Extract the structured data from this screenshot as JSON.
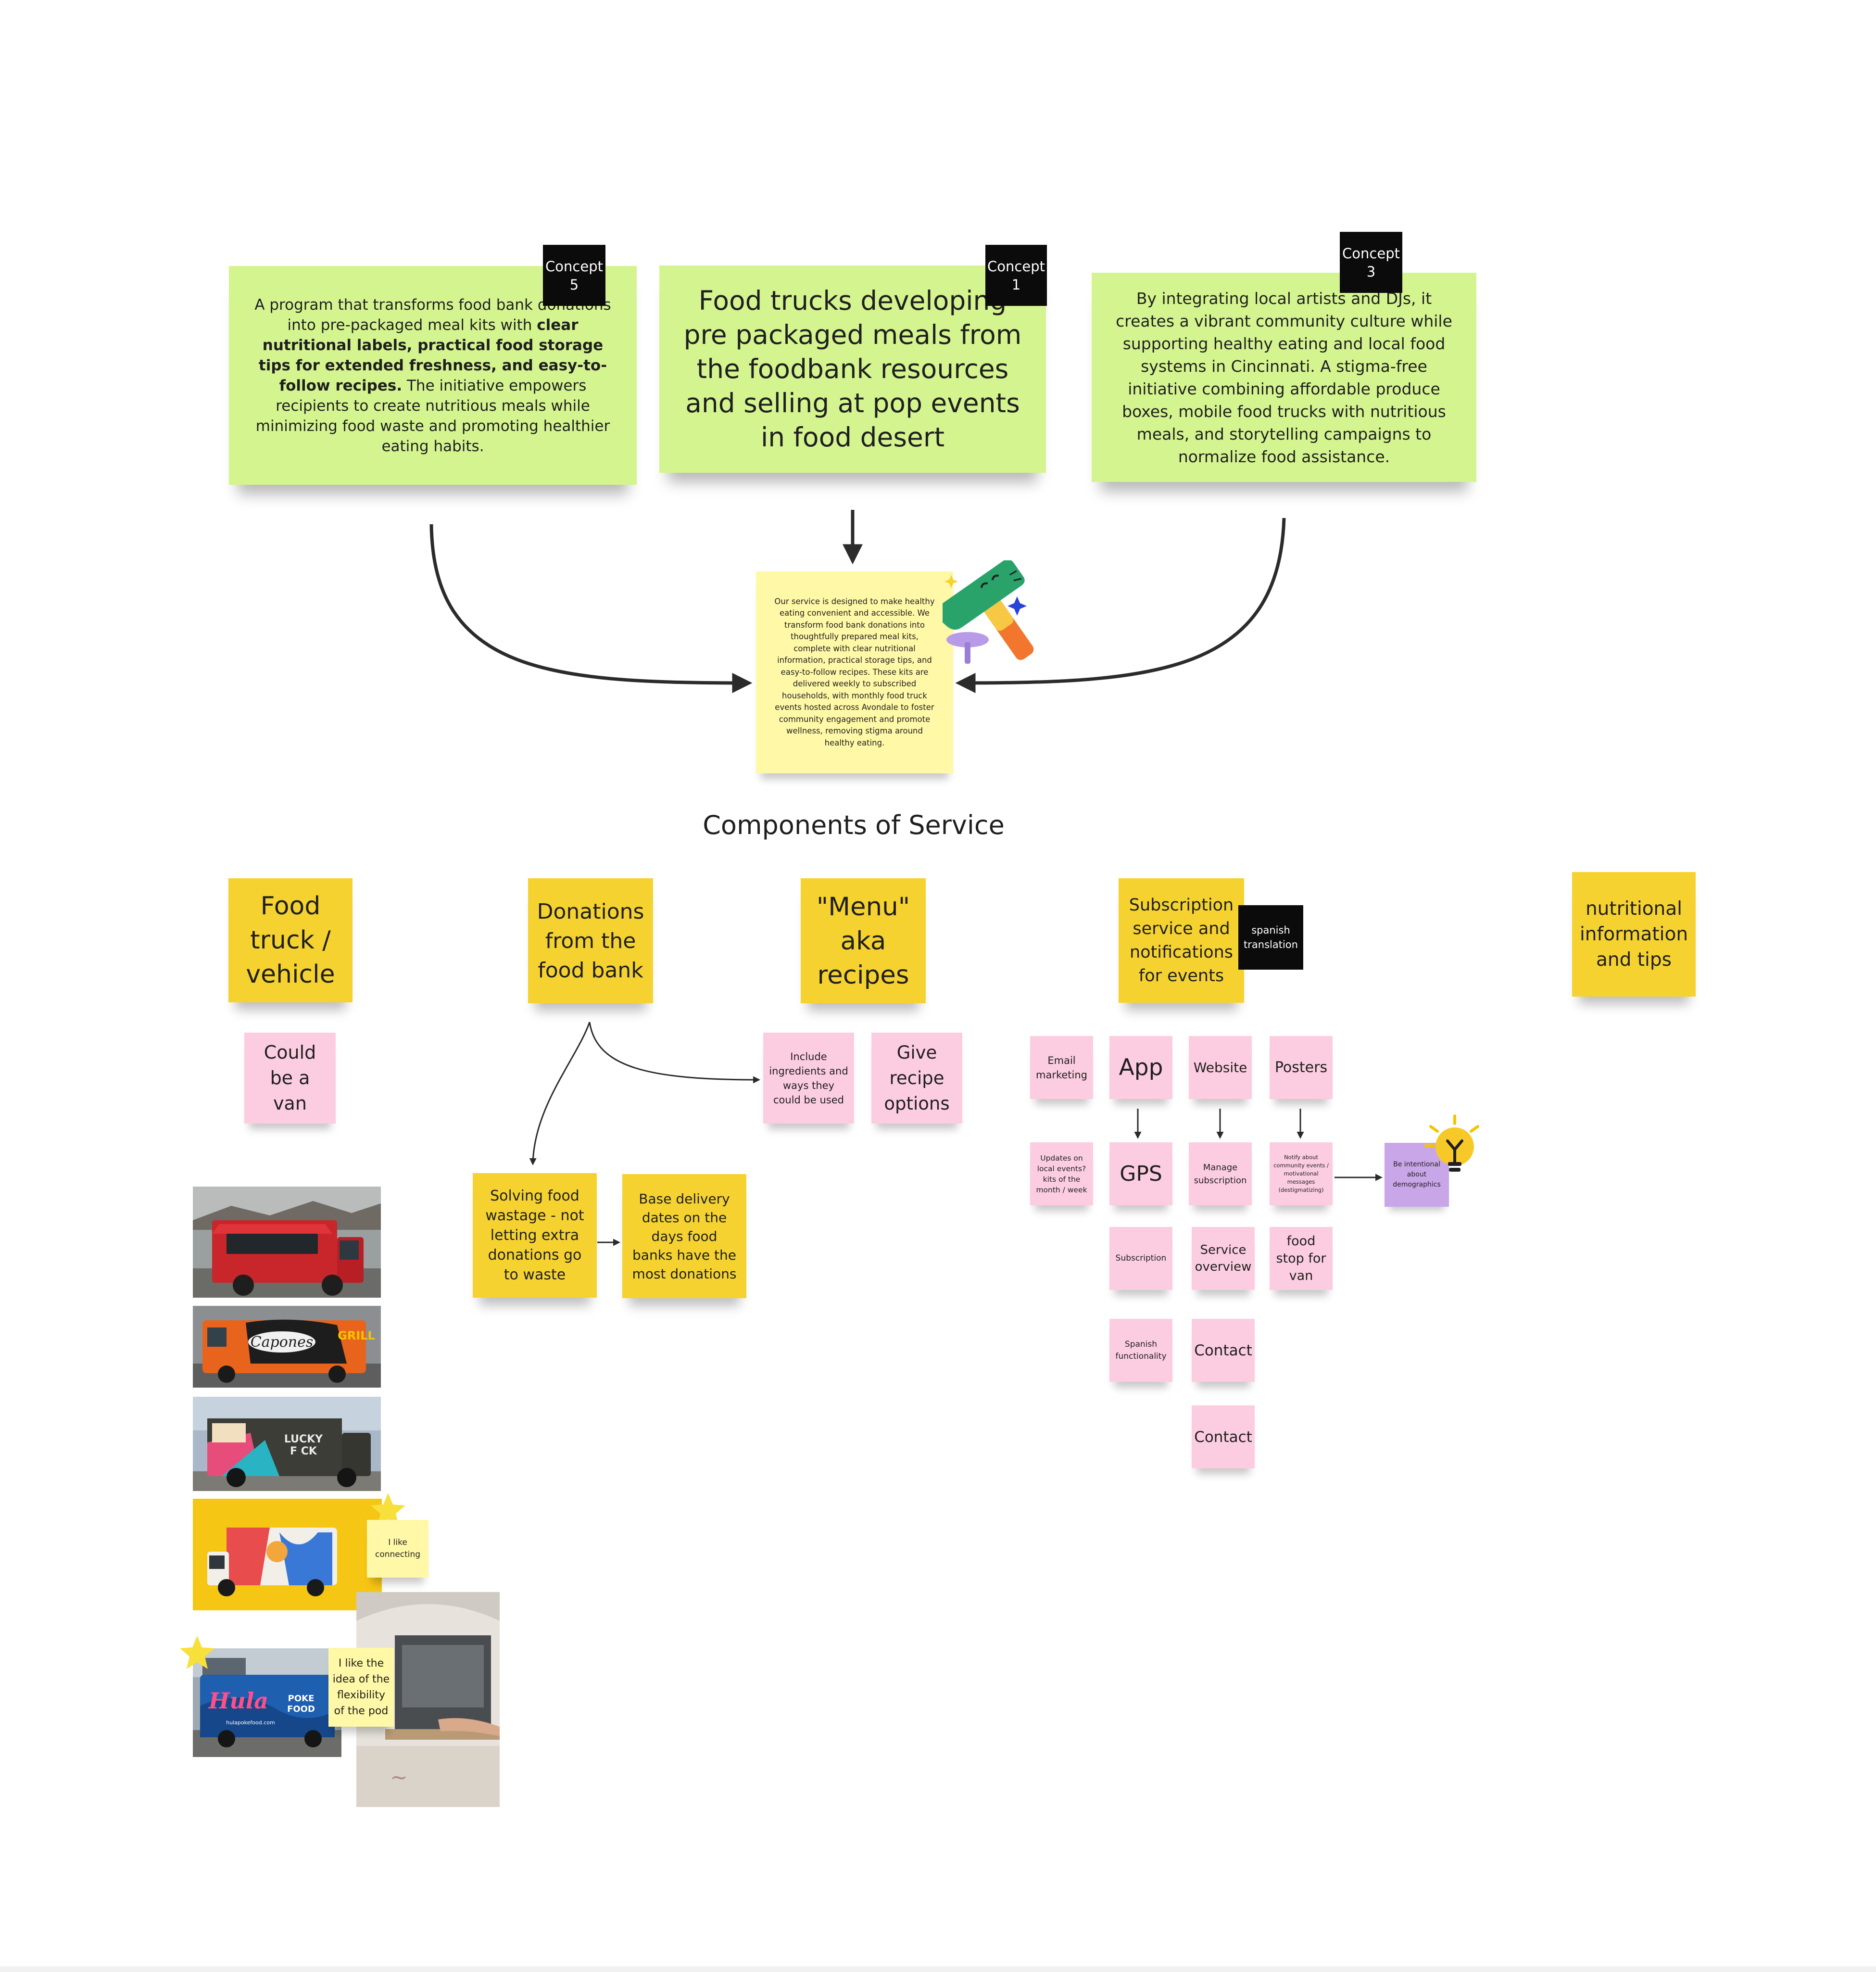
{
  "concepts": {
    "concept5": {
      "tag": "Concept\n5",
      "text_before": "A program that transforms food bank donations into pre-packaged meal kits with ",
      "text_bold": "clear nutritional labels, practical food storage tips for extended freshness, and easy-to-follow recipes.",
      "text_after": " The initiative empowers recipients to create nutritious meals while minimizing food waste and promoting healthier eating habits."
    },
    "concept1": {
      "tag": "Concept\n1",
      "text": "Food trucks developing pre packaged meals from the foodbank resources and selling at pop events in food desert"
    },
    "concept3": {
      "tag": "Concept\n3",
      "text": "By integrating local artists and DJs, it creates a vibrant community culture while supporting healthy eating and local food systems in Cincinnati. A stigma-free initiative combining affordable produce boxes, mobile food trucks with nutritious meals, and storytelling campaigns to normalize food assistance."
    }
  },
  "summary_note": "Our service is designed to make healthy eating convenient and accessible. We transform food bank donations into thoughtfully prepared meal kits, complete with clear nutritional information, practical storage tips, and easy-to-follow recipes. These kits are delivered weekly to subscribed households, with monthly food truck events hosted across Avondale to foster community engagement and promote wellness, removing stigma around healthy eating.",
  "section_title": "Components of Service",
  "components": {
    "food_truck": "Food truck / vehicle",
    "donations": "Donations from the food bank",
    "menu": "\"Menu\" aka recipes",
    "subscription": "Subscription service and notifications for events",
    "spanish_tag": "spanish translation",
    "nutritional": "nutritional information and tips"
  },
  "subnotes": {
    "could_be_van": "Could be a van",
    "include_ingredients": "Include ingredients and ways they could be used",
    "give_recipe": "Give recipe options",
    "solving_waste": "Solving food wastage - not letting extra donations go to waste",
    "base_delivery": "Base delivery dates on the days food banks have the most donations",
    "email_marketing": "Email marketing",
    "app": "App",
    "website": "Website",
    "posters": "Posters",
    "updates_events": "Updates on local events? kits of the month / week",
    "gps": "GPS",
    "manage_subscription": "Manage subscription",
    "notify_events": "Notify about community events / motivational messages (destigmatizing)",
    "be_intentional": "Be intentional about demographics",
    "subscription": "Subscription",
    "service_overview": "Service overview",
    "food_stop": "food stop for van",
    "spanish_functionality": "Spanish functionality",
    "contact_1": "Contact",
    "contact_2": "Contact"
  },
  "photo_comments": {
    "like_connecting": "I like connecting",
    "like_pod": "I like the idea of the flexibility of the pod"
  },
  "photo_text": {
    "capones": "Capones",
    "grill": "GRILL",
    "lucky": "LUCKY",
    "fck": "F CK",
    "hula": "Hula",
    "poke": "POKE",
    "food": "FOOD",
    "site": "hulapokefood.com"
  },
  "colors": {
    "green_note": "#d4f48f",
    "yellow_note": "#f5d230",
    "pink_note": "#fccde0",
    "light_yellow_note": "#fff8a6",
    "purple_note": "#c9a6e8",
    "tag_black": "#0b0b0b"
  }
}
